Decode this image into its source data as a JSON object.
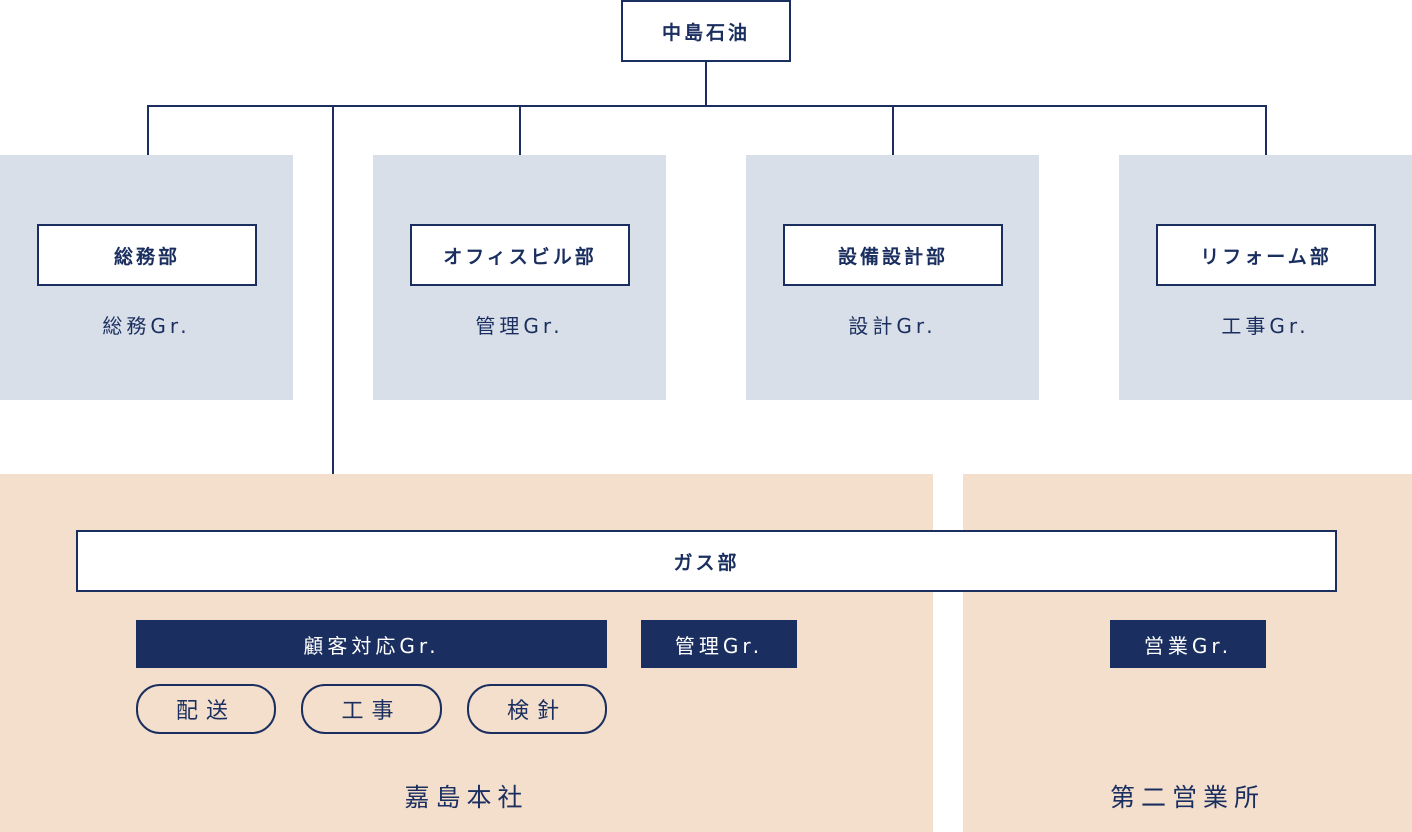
{
  "root": {
    "label": "中島石油"
  },
  "departments": [
    {
      "label": "総務部",
      "group": "総務Gr."
    },
    {
      "label": "オフィスビル部",
      "group": "管理Gr."
    },
    {
      "label": "設備設計部",
      "group": "設計Gr."
    },
    {
      "label": "リフォーム部",
      "group": "工事Gr."
    }
  ],
  "gas_department": {
    "label": "ガス部",
    "groups": [
      {
        "label": "顧客対応Gr."
      },
      {
        "label": "管理Gr."
      },
      {
        "label": "営業Gr."
      }
    ],
    "sub_tasks": [
      {
        "label": "配送"
      },
      {
        "label": "工事"
      },
      {
        "label": "検針"
      }
    ]
  },
  "sites": [
    {
      "label": "嘉島本社"
    },
    {
      "label": "第二営業所"
    }
  ],
  "colors": {
    "navy": "#1a2f5f",
    "panel_blue": "#d9dfe9",
    "panel_peach": "#f4dfcd"
  }
}
